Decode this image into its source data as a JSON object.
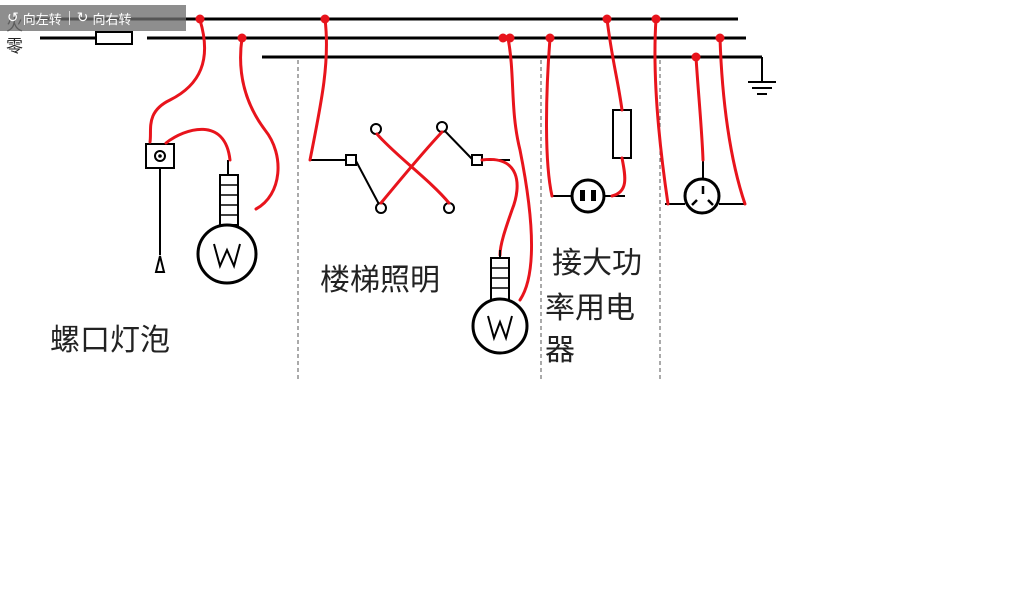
{
  "toolbar": {
    "rotate_left": "向左转",
    "rotate_right": "向右转",
    "rotate_left_icon": "rotate-left-icon",
    "rotate_right_icon": "rotate-right-icon"
  },
  "lines": {
    "live_label": "火",
    "neutral_label": "零"
  },
  "sections": {
    "screw_bulb": "螺口灯泡",
    "stair_lighting": "楼梯照明",
    "high_power_line1": "接大功",
    "high_power_line2": "率用电",
    "high_power_line3": "器"
  },
  "colors": {
    "wire_red": "#e8141c",
    "wire_black": "#000000",
    "toolbar_bg": "#6e6e6e"
  }
}
